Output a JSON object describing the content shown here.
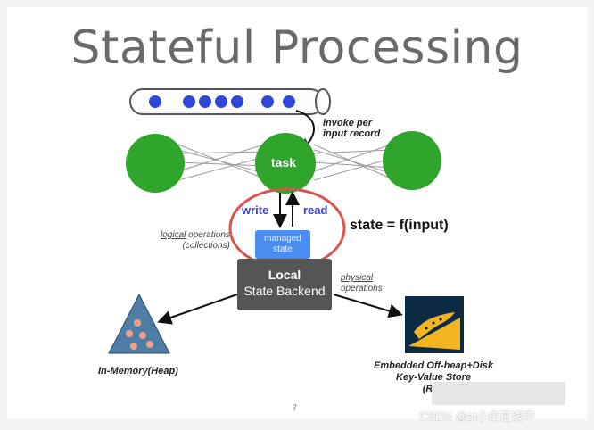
{
  "slide": {
    "title": "Stateful Processing",
    "invoke_line1": "invoke per",
    "invoke_line2": "input record",
    "task": "task",
    "write": "write",
    "read": "read",
    "state_formula": "state = f(input)",
    "logical_word": "logical",
    "logical_rest": " operations",
    "logical_line2": "(collections)",
    "managed_line1": "managed",
    "managed_line2": "state",
    "local": "Local",
    "state_backend": "State Backend",
    "physical_word": "physical",
    "physical_line2": "operations",
    "in_memory": "In-Memory(Heap)",
    "rocks_line1": "Embedded Off-heap+Disk",
    "rocks_line2": "Key-Value Store",
    "rocks_line3": "(Roc",
    "page_number": "7",
    "watermark": "CSDN @at小白在线中"
  },
  "colors": {
    "node_green": "#2fa52c",
    "record_blue": "#2f46d6",
    "highlight_red": "#d9534f",
    "managed_blue": "#4b8cf0",
    "backend_gray": "#555555",
    "triangle_blue": "#4e7ea6",
    "rocks_bg": "#0d2a44",
    "rocks_yellow": "#f2b51f"
  }
}
